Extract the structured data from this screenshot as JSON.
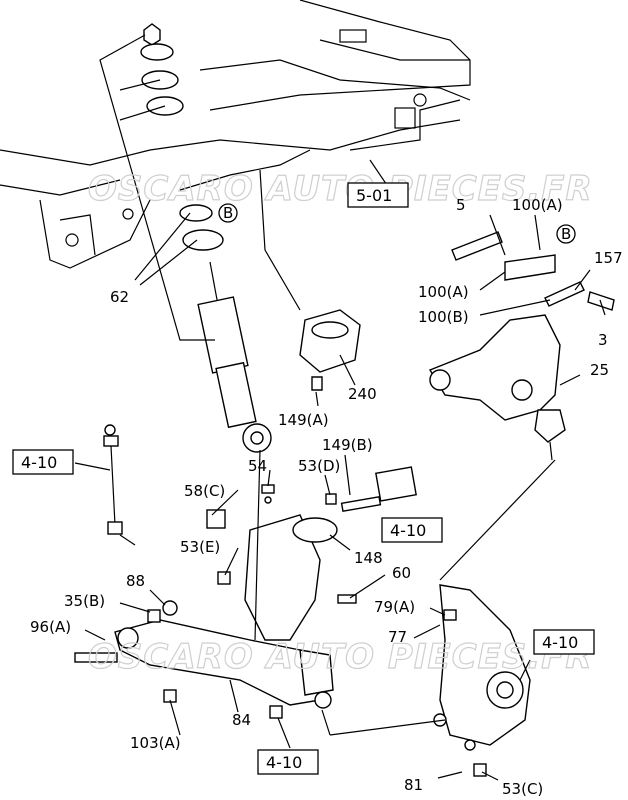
{
  "watermark": "OSCARO AUTO PIECES.FR",
  "watermark2": "OSCARO AUTO PIECES.FR",
  "refs": [
    "5-01",
    "4-10",
    "4-10",
    "4-10",
    "4-10"
  ],
  "labels": {
    "p5": "5",
    "p100a_top": "100(A)",
    "p157": "157",
    "p100a": "100(A)",
    "p100b": "100(B)",
    "p3": "3",
    "p25": "25",
    "p62": "62",
    "p240": "240",
    "p149a": "149(A)",
    "p149b": "149(B)",
    "p54": "54",
    "p53d": "53(D)",
    "p58c": "58(C)",
    "p148": "148",
    "p53e": "53(E)",
    "p60": "60",
    "p88": "88",
    "p35b": "35(B)",
    "p96a": "96(A)",
    "p79a": "79(A)",
    "p77": "77",
    "p103a": "103(A)",
    "p84": "84",
    "p81": "81",
    "p53c": "53(C)"
  },
  "circled": [
    "B",
    "B"
  ]
}
